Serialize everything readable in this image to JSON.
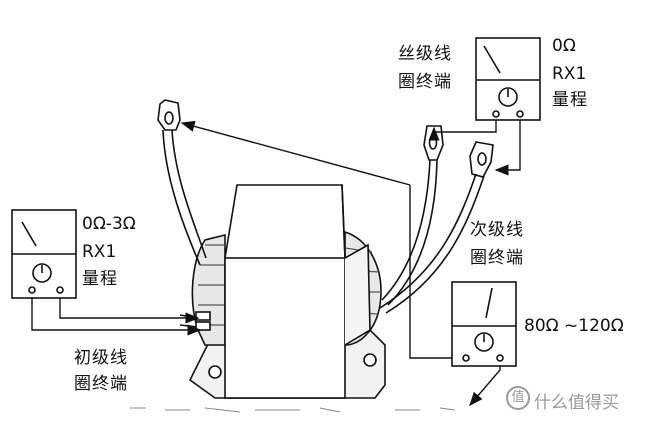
{
  "labels": {
    "primary_meter_range": "0Ω-3Ω",
    "primary_meter_scale": "RX1",
    "primary_meter_unit": "量程",
    "primary_coil_line1": "初级线",
    "primary_coil_line2": "圈终端",
    "filament_coil_line1": "丝级线",
    "filament_coil_line2": "圈终端",
    "filament_meter_range": "0Ω",
    "filament_meter_scale": "RX1",
    "filament_meter_unit": "量程",
    "secondary_coil_line1": "次级线",
    "secondary_coil_line2": "圈终端",
    "secondary_meter_range": "80Ω ~120Ω"
  },
  "watermark": {
    "badge": "值",
    "text": "什么值得买"
  },
  "icons": [
    "multimeter-icon",
    "transformer-icon",
    "wire-terminal-icon",
    "arrow-icon"
  ],
  "colors": {
    "line": "#111111",
    "transformer_fill": "#ffffff",
    "watermark": "#9a9a9a"
  }
}
